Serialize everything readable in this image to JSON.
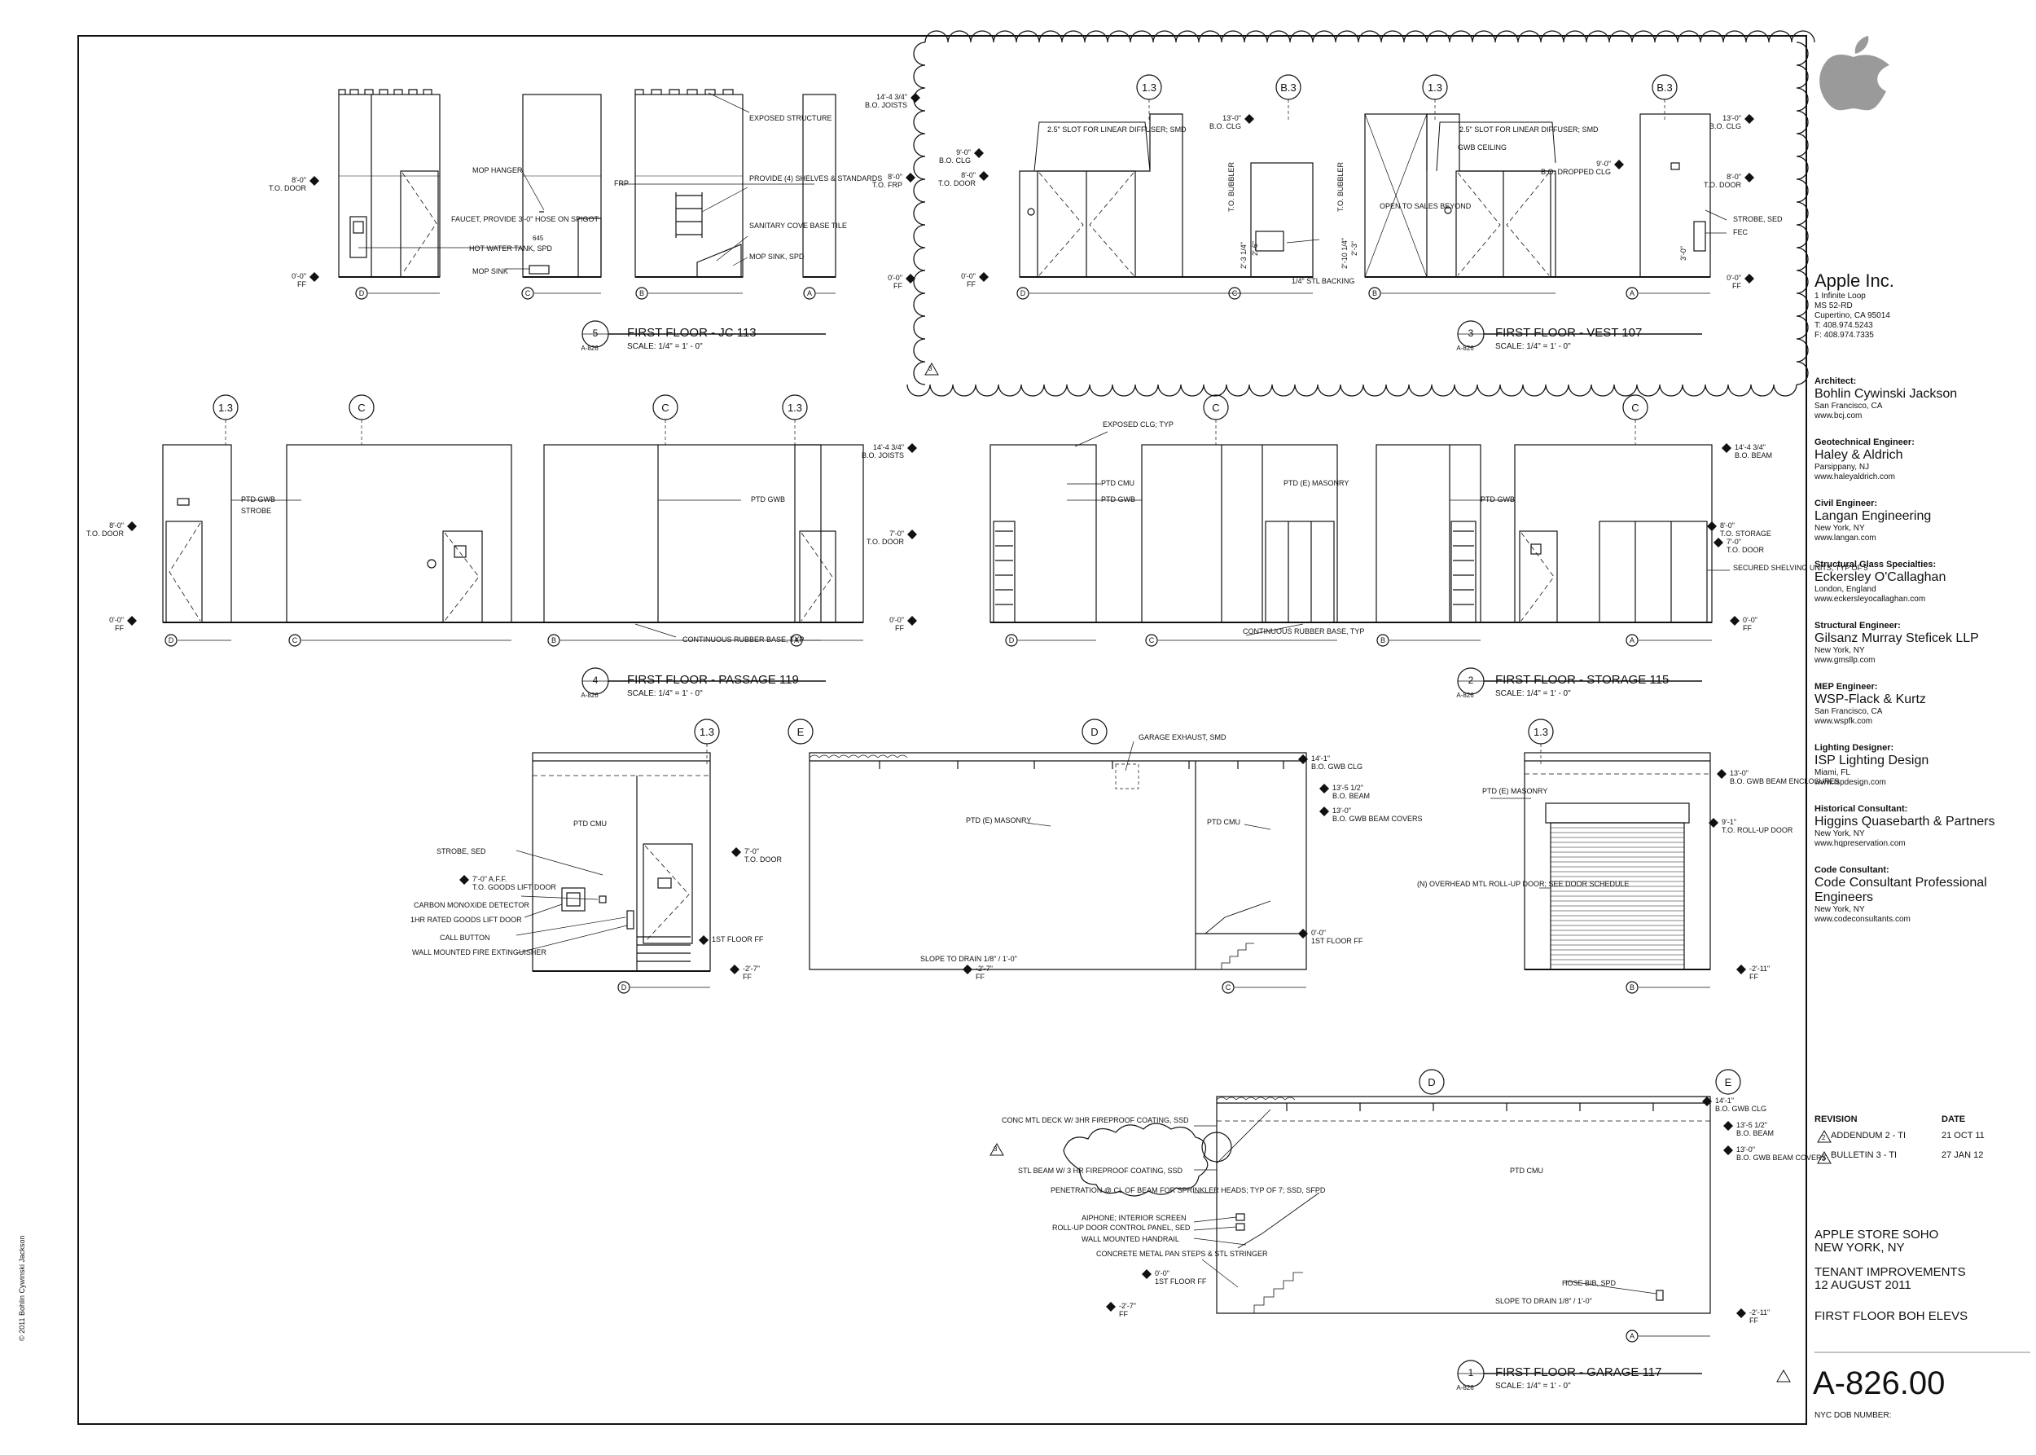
{
  "title_block": {
    "client": {
      "name": "Apple Inc.",
      "lines": [
        "1 Infinite Loop",
        "MS 52-RD",
        "Cupertino, CA 95014",
        "T: 408.974.5243",
        "F: 408.974.7335"
      ]
    },
    "consultants": [
      {
        "role": "Architect:",
        "name": "Bohlin Cywinski Jackson",
        "lines": [
          "San Francisco, CA",
          "www.bcj.com"
        ]
      },
      {
        "role": "Geotechnical Engineer:",
        "name": "Haley & Aldrich",
        "lines": [
          "Parsippany, NJ",
          "www.haleyaldrich.com"
        ]
      },
      {
        "role": "Civil Engineer:",
        "name": "Langan Engineering",
        "lines": [
          "New York, NY",
          "www.langan.com"
        ]
      },
      {
        "role": "Structural Glass Specialties:",
        "name": "Eckersley O'Callaghan",
        "lines": [
          "London, England",
          "www.eckersleyocallaghan.com"
        ]
      },
      {
        "role": "Structural Engineer:",
        "name": "Gilsanz Murray Steficek LLP",
        "lines": [
          "New York, NY",
          "www.gmsllp.com"
        ]
      },
      {
        "role": "MEP Engineer:",
        "name": "WSP-Flack & Kurtz",
        "lines": [
          "San Francisco, CA",
          "www.wspfk.com"
        ]
      },
      {
        "role": "Lighting Designer:",
        "name": "ISP Lighting Design",
        "lines": [
          "Miami, FL",
          "www.ispdesign.com"
        ]
      },
      {
        "role": "Historical Consultant:",
        "name": "Higgins Quasebarth & Partners",
        "lines": [
          "New York, NY",
          "www.hqpreservation.com"
        ]
      },
      {
        "role": "Code Consultant:",
        "name": "Code Consultant Professional Engineers",
        "lines": [
          "New York, NY",
          "www.codeconsultants.com"
        ]
      }
    ],
    "revision": {
      "header_rev": "REVISION",
      "header_date": "DATE",
      "rows": [
        {
          "mark": "2",
          "desc": "ADDENDUM 2 - TI",
          "date": "21 OCT 11"
        },
        {
          "mark": "3",
          "desc": "BULLETIN 3 - TI",
          "date": "27 JAN 12"
        }
      ]
    },
    "project": [
      "APPLE STORE SOHO",
      "NEW YORK, NY"
    ],
    "phase": [
      "TENANT IMPROVEMENTS",
      "12 AUGUST 2011"
    ],
    "sheet_title": "FIRST FLOOR BOH ELEVS",
    "sheet_number": "A-826.00",
    "dob": "NYC DOB NUMBER:",
    "copyright": "© 2011 Bohlin Cywinski Jackson",
    "colors": {
      "line": "#111111",
      "logo": "#9a9a9a"
    }
  },
  "views": [
    {
      "num": "5",
      "sheet": "A-826",
      "title": "FIRST FLOOR - JC 113",
      "scale": "SCALE: 1/4\" = 1' - 0\""
    },
    {
      "num": "3",
      "sheet": "A-826",
      "title": "FIRST FLOOR - VEST 107",
      "scale": "SCALE: 1/4\" = 1' - 0\""
    },
    {
      "num": "4",
      "sheet": "A-826",
      "title": "FIRST FLOOR - PASSAGE 119",
      "scale": "SCALE: 1/4\" = 1' - 0\""
    },
    {
      "num": "2",
      "sheet": "A-826",
      "title": "FIRST FLOOR - STORAGE 115",
      "scale": "SCALE: 1/4\" = 1' - 0\""
    },
    {
      "num": "1",
      "sheet": "A-826",
      "title": "FIRST FLOOR - GARAGE 117",
      "scale": "SCALE: 1/4\" = 1' - 0\""
    }
  ],
  "grid": {
    "d": "D",
    "c": "C",
    "b": "B",
    "a": "A",
    "e": "E",
    "g13": "1.3",
    "b3": "B.3"
  },
  "elevs": {
    "door8": [
      "8'-0\"",
      "T.O. DOOR"
    ],
    "ff0": [
      "0'-0\"",
      "FF"
    ],
    "jc_joists": [
      "14'-4 3/4\"",
      "B.O. JOISTS"
    ],
    "jc_frp": [
      "8'-0\"",
      "T.O. FRP"
    ],
    "v_clg9": [
      "9'-0\"",
      "B.O. CLG"
    ],
    "v_door8": [
      "8'-0\"",
      "T.O. DOOR"
    ],
    "v_clg13": [
      "13'-0\"",
      "B.O. CLG"
    ],
    "v_drop": [
      "9'-0\"",
      "B.O. DROPPED CLG"
    ],
    "v_r_clg13": [
      "13'-0\"",
      "B.O. CLG"
    ],
    "v_r_door8": [
      "8'-0\"",
      "T.O. DOOR"
    ],
    "p_joists": [
      "14'-4 3/4\"",
      "B.O. JOISTS"
    ],
    "p_door7": [
      "7'-0\"",
      "T.O. DOOR"
    ],
    "s_beam": [
      "14'-4 3/4\"",
      "B.O. BEAM"
    ],
    "s_storage": [
      "8'-0\"",
      "T.O. STORAGE"
    ],
    "s_door7": [
      "7'-0\"",
      "T.O. DOOR"
    ],
    "m_door7": [
      "7'-0\"",
      "T.O. DOOR"
    ],
    "m_goods": [
      "7'-0\" A.F.F.",
      "T.O. GOODS LIFT DOOR"
    ],
    "m_1stff": [
      "1ST FLOOR FF"
    ],
    "m_ff27": [
      "-2'-7\"",
      "FF"
    ],
    "g_clg141": [
      "14'-1\"",
      "B.O. GWB CLG"
    ],
    "g_beam": [
      "13'-5 1/2\"",
      "B.O. BEAM"
    ],
    "g_covers": [
      "13'-0\"",
      "B.O. GWB BEAM COVERS"
    ],
    "g_1stff": [
      "0'-0\"",
      "1ST FLOOR FF"
    ],
    "g_ff27": [
      "-2'-7\"",
      "FF"
    ],
    "r_encl": [
      "13'-0\"",
      "B.O. GWB BEAM ENCLOSURES"
    ],
    "r_rollup": [
      "9'-1\"",
      "T.O. ROLL-UP DOOR"
    ],
    "r_ff211": [
      "-2'-11\"",
      "FF"
    ],
    "ga_clg": [
      "14'-1\"",
      "B.O. GWB CLG"
    ],
    "ga_beam": [
      "13'-5 1/2\"",
      "B.O. BEAM"
    ],
    "ga_covers": [
      "13'-0\"",
      "B.O. GWB BEAM COVERS"
    ],
    "ga_1stff": [
      "0'-0\"",
      "1ST FLOOR FF"
    ],
    "ga_ff27": [
      "-2'-7\"",
      "FF"
    ],
    "ga_ff211": [
      "-2'-11\"",
      "FF"
    ]
  },
  "notes": {
    "jc": [
      "MOP HANGER",
      "FAUCET, PROVIDE 3'-0\" HOSE ON SPIGOT",
      "HOT WATER TANK, SPD",
      "MOP SINK",
      "EXPOSED STRUCTURE",
      "FRP",
      "PROVIDE (4) SHELVES & STANDARDS",
      "SANITARY COVE BASE TILE",
      "MOP SINK, SPD"
    ],
    "jc_small": "645",
    "vest": [
      "2.5\" SLOT FOR LINEAR DIFFUSER; SMD",
      "2.5\" SLOT FOR LINEAR DIFFUSER; SMD",
      "GWB CEILING",
      "OPEN TO SALES BEYOND",
      "T.O. BUBBLER",
      "T.O. BUBBLER",
      "1/4\" STL BACKING",
      "STROBE, SED",
      "FEC",
      "2'-3 1/4\"",
      "2'-6\"",
      "2'-10 1/4\"",
      "2'-3\"",
      "3'-0\""
    ],
    "passage": [
      "PTD GWB",
      "STROBE",
      "PTD GWB",
      "CONTINUOUS RUBBER BASE, TYP"
    ],
    "storage": [
      "EXPOSED CLG; TYP",
      "PTD CMU",
      "PTD GWB",
      "PTD (E) MASONRY",
      "CONTINUOUS RUBBER BASE, TYP",
      "PTD GWB",
      "SECURED SHELVING UNITS, TYP OF 5"
    ],
    "mid": [
      "PTD CMU",
      "STROBE, SED",
      "CARBON MONOXIDE DETECTOR",
      "1HR RATED GOODS LIFT DOOR",
      "CALL BUTTON",
      "WALL MOUNTED FIRE EXTINGUISHER"
    ],
    "gar": [
      "GARAGE EXHAUST, SMD",
      "PTD (E) MASONRY",
      "PTD CMU",
      "SLOPE TO DRAIN 1/8\" / 1'-0\""
    ],
    "roll": [
      "PTD (E) MASONRY",
      "(N) OVERHEAD MTL ROLL-UP DOOR; SEE DOOR SCHEDULE"
    ],
    "garage": [
      "CONC MTL DECK W/ 3HR FIREPROOF COATING, SSD",
      "STL BEAM W/ 3 HR FIREPROOF COATING, SSD",
      "PENETRATION @ CL OF BEAM FOR SPRINKLER HEADS; TYP OF 7; SSD, SFPD",
      "AIPHONE; INTERIOR SCREEN",
      "ROLL-UP DOOR CONTROL PANEL, SED",
      "WALL MOUNTED HANDRAIL",
      "CONCRETE METAL PAN STEPS & STL STRINGER",
      "PTD CMU",
      "HOSE BIB, SPD",
      "SLOPE TO DRAIN 1/8\" / 1'-0\""
    ],
    "rev2": "2",
    "rev3": "3"
  }
}
